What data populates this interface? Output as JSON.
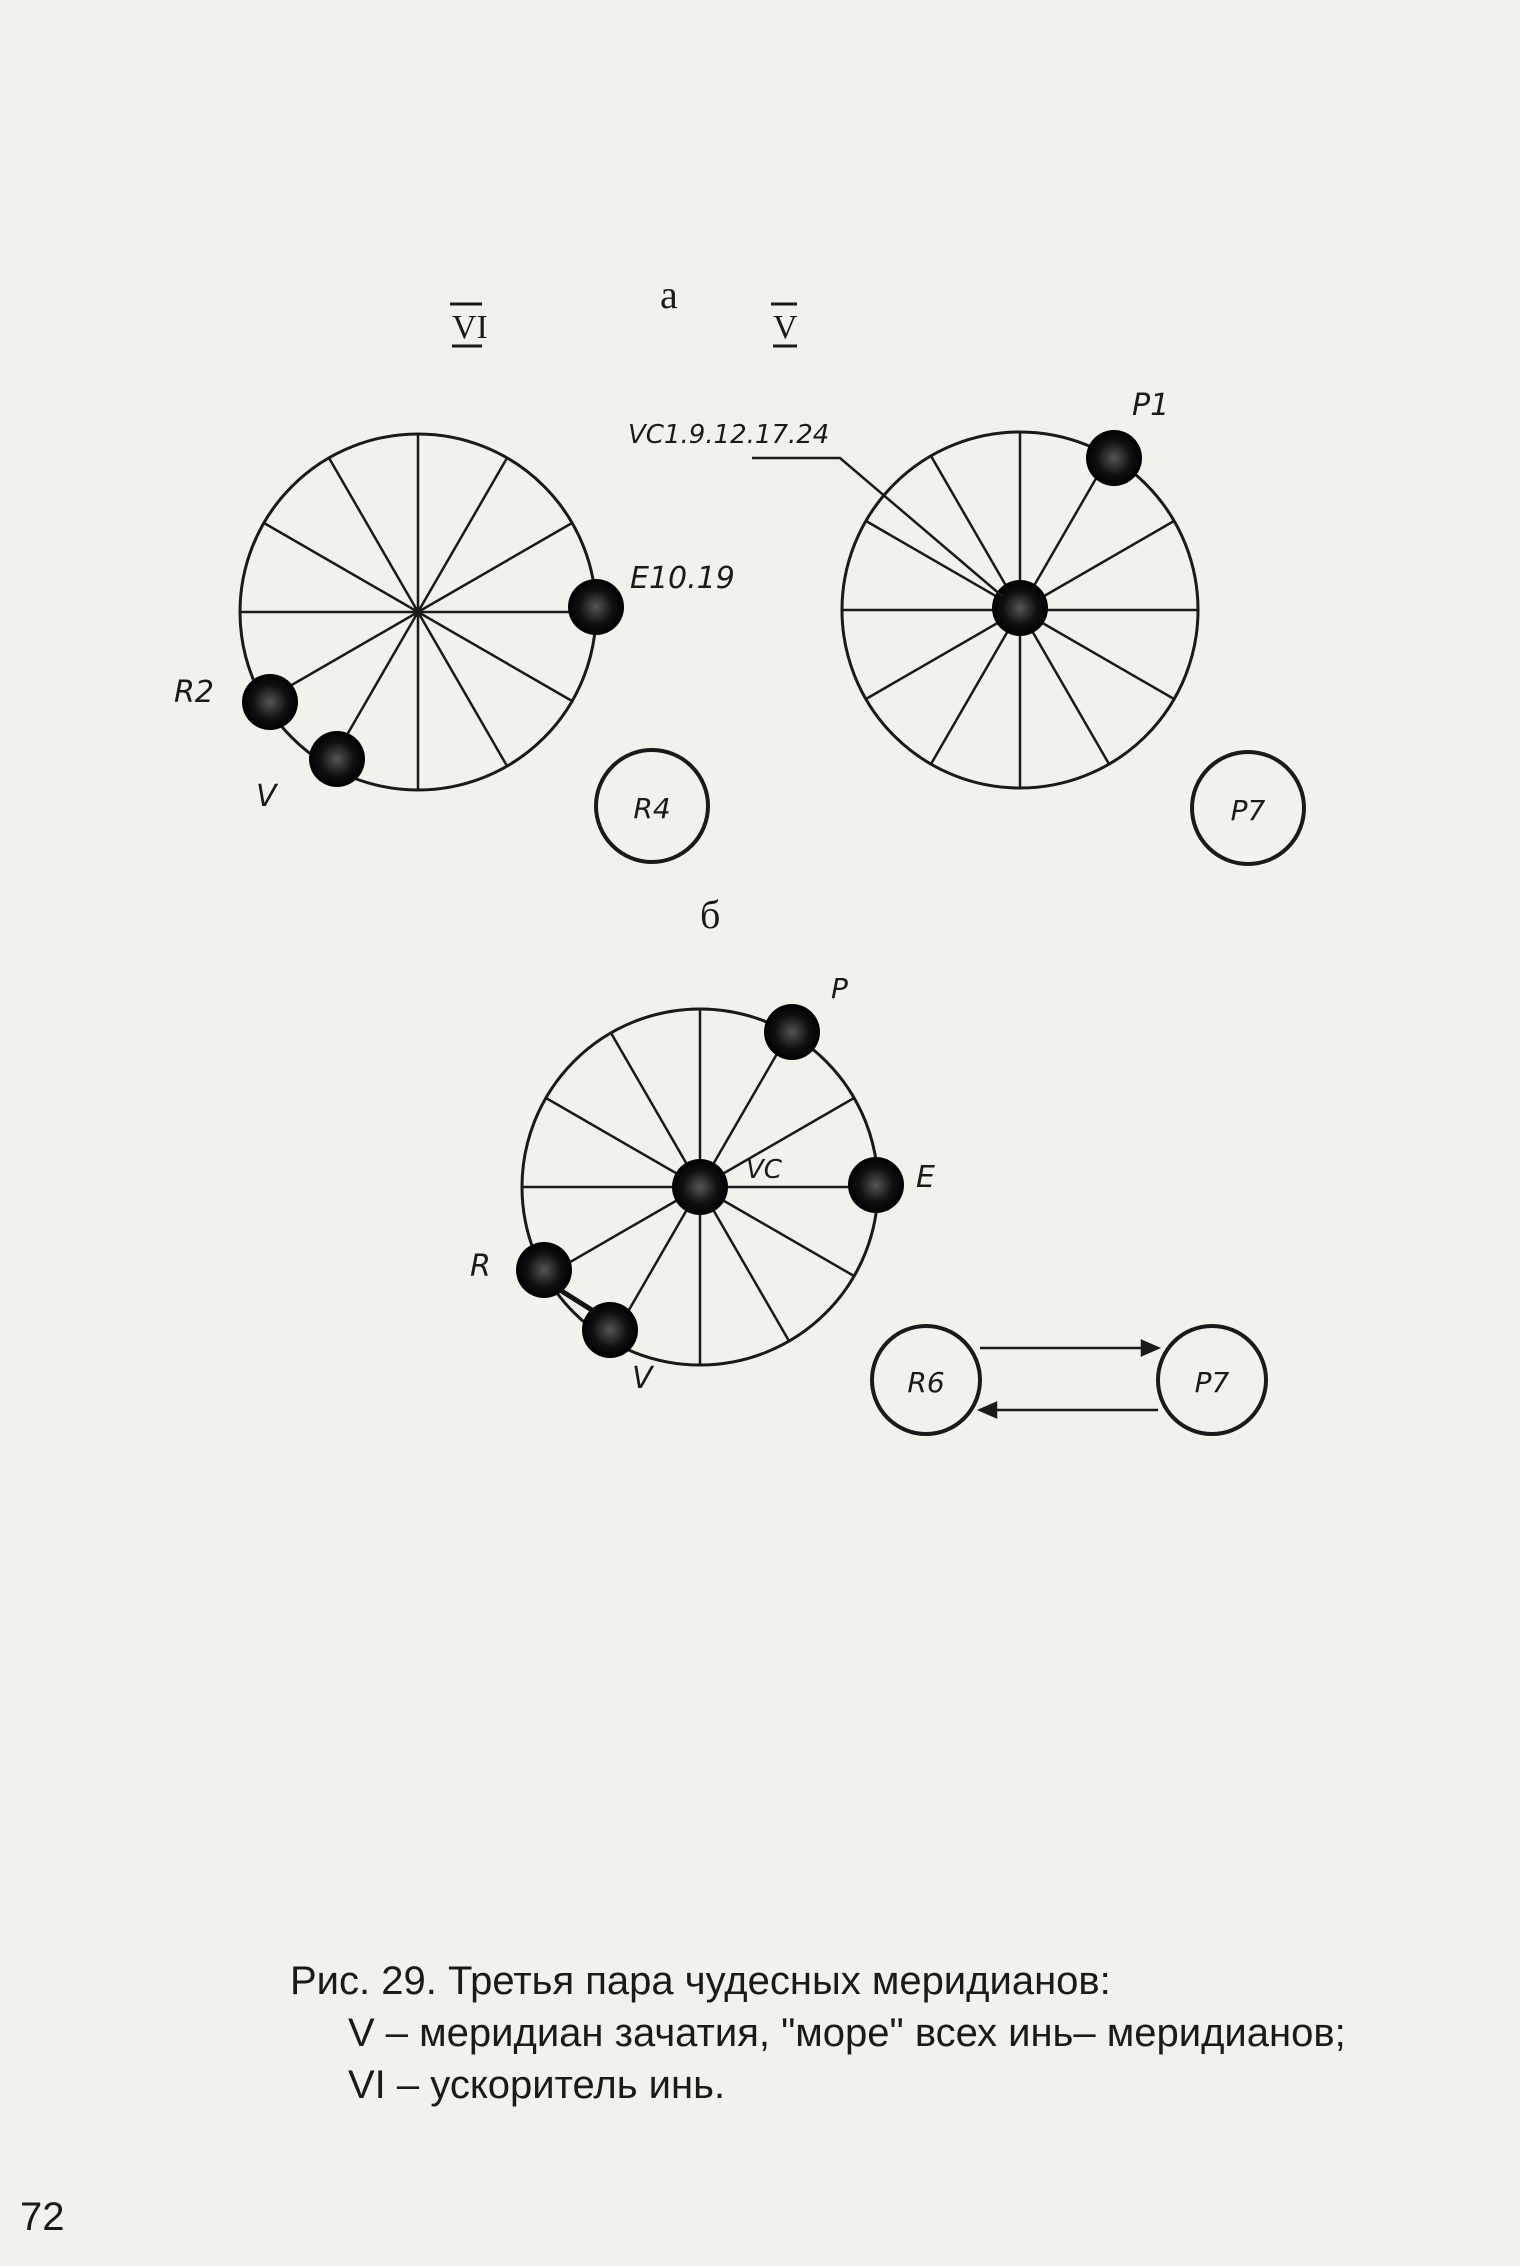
{
  "figure": {
    "part_a": {
      "label": "а",
      "meridian_left": "VI",
      "meridian_right": "V",
      "vc_note": "VC1.9.12.17.24",
      "left_wheel_points": [
        "E10.19",
        "R2",
        "V"
      ],
      "left_badge": "R4",
      "right_wheel_points": [
        "P1"
      ],
      "right_badge": "P7"
    },
    "part_b": {
      "label": "б",
      "wheel_points": [
        "P",
        "VC",
        "E",
        "R",
        "V"
      ],
      "badges": [
        "R6",
        "P7"
      ]
    }
  },
  "caption": {
    "line1": "Рис. 29. Третья пара чудесных меридианов:",
    "line2": "V – меридиан зачатия, \"море\" всех инь– меридианов;",
    "line3": "VI – ускоритель инь."
  },
  "page_number": "72"
}
